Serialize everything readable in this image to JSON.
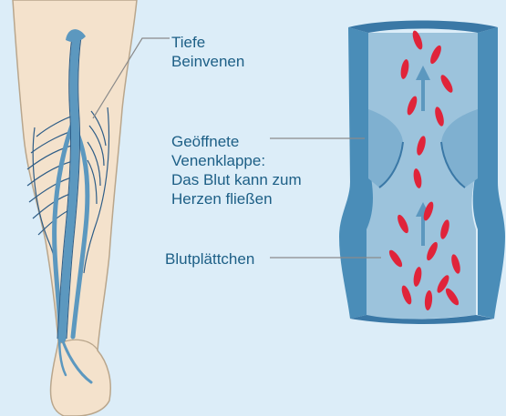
{
  "labels": {
    "deep_veins": [
      "Tiefe",
      "Beinvenen"
    ],
    "valve": [
      "Geöffnete",
      "Venenklappe:",
      "Das Blut kann zum",
      "Herzen fließen"
    ],
    "platelets": "Blutplättchen"
  },
  "colors": {
    "background": "#dcedf8",
    "leg_skin": "#f4e2cc",
    "leg_outline": "#b9a68c",
    "vein": "#5c98bf",
    "vein_line": "#2e5d87",
    "vessel_wall": "#4a8db8",
    "vessel_lumen": "#9cc3dc",
    "blood_cell": "#e0243a",
    "arrow": "#5c98bf",
    "text": "#1d5f86",
    "pointer_line": "#8a8a8a"
  }
}
